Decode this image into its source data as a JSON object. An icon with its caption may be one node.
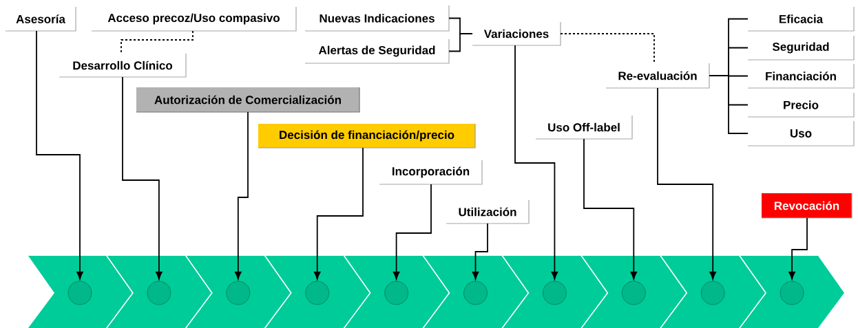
{
  "diagram": {
    "nodes": [
      {
        "text": [
          "Asesoría"
        ]
      },
      {
        "text": [
          "Acceso precoz/Uso compasivo"
        ]
      },
      {
        "text": [
          "Desarrollo Clínico"
        ]
      },
      {
        "text": [
          "Autorización de Comercialización"
        ]
      },
      {
        "text": [
          "Decisión de financiación/precio"
        ]
      },
      {
        "text": [
          "Nuevas Indicaciones"
        ]
      },
      {
        "text": [
          "Alertas de Seguridad"
        ]
      },
      {
        "text": [
          "Variaciones"
        ]
      },
      {
        "text": [
          "Incorporación"
        ]
      },
      {
        "text": [
          "Utilización"
        ]
      },
      {
        "text": [
          "Uso Off-label"
        ]
      },
      {
        "text": [
          "Re-evaluación"
        ]
      },
      {
        "text": [
          "Eficacia"
        ]
      },
      {
        "text": [
          "Seguridad"
        ]
      },
      {
        "text": [
          "Financiación"
        ]
      },
      {
        "text": [
          "Precio"
        ]
      },
      {
        "text": [
          "Uso"
        ]
      },
      {
        "text": [
          "Revocación"
        ]
      },
      {
        "text": [],
        "shape": "circle"
      },
      {
        "text": [],
        "shape": "circle"
      },
      {
        "text": [],
        "shape": "circle"
      },
      {
        "text": [],
        "shape": "circle"
      },
      {
        "text": [],
        "shape": "circle"
      },
      {
        "text": [],
        "shape": "circle"
      },
      {
        "text": [],
        "shape": "circle"
      },
      {
        "text": [],
        "shape": "circle"
      },
      {
        "text": [],
        "shape": "circle"
      },
      {
        "text": [],
        "shape": "circle"
      }
    ],
    "edges": [
      {
        "from": 5,
        "to": 7,
        "arrow": "none"
      },
      {
        "from": 6,
        "to": 7,
        "arrow": "none"
      },
      {
        "from": 1,
        "to": 2,
        "arrow": "none",
        "style": "dashed"
      },
      {
        "from": 7,
        "to": 11,
        "arrow": "none",
        "style": "dashed"
      },
      {
        "from": 11,
        "to": 12,
        "arrow": "none"
      },
      {
        "from": 11,
        "to": 13,
        "arrow": "none"
      },
      {
        "from": 11,
        "to": 14,
        "arrow": "none"
      },
      {
        "from": 11,
        "to": 15,
        "arrow": "none"
      },
      {
        "from": 11,
        "to": 16,
        "arrow": "none"
      },
      {
        "from": 0,
        "to": 18,
        "arrow": "to"
      },
      {
        "from": 2,
        "to": 19,
        "arrow": "to"
      },
      {
        "from": 3,
        "to": 20,
        "arrow": "to"
      },
      {
        "from": 4,
        "to": 21,
        "arrow": "to"
      },
      {
        "from": 8,
        "to": 22,
        "arrow": "to"
      },
      {
        "from": 9,
        "to": 23,
        "arrow": "to"
      },
      {
        "from": 7,
        "to": 24,
        "arrow": "to"
      },
      {
        "from": 10,
        "to": 25,
        "arrow": "to"
      },
      {
        "from": 11,
        "to": 26,
        "arrow": "to"
      },
      {
        "from": 17,
        "to": 27,
        "arrow": "to"
      }
    ]
  }
}
